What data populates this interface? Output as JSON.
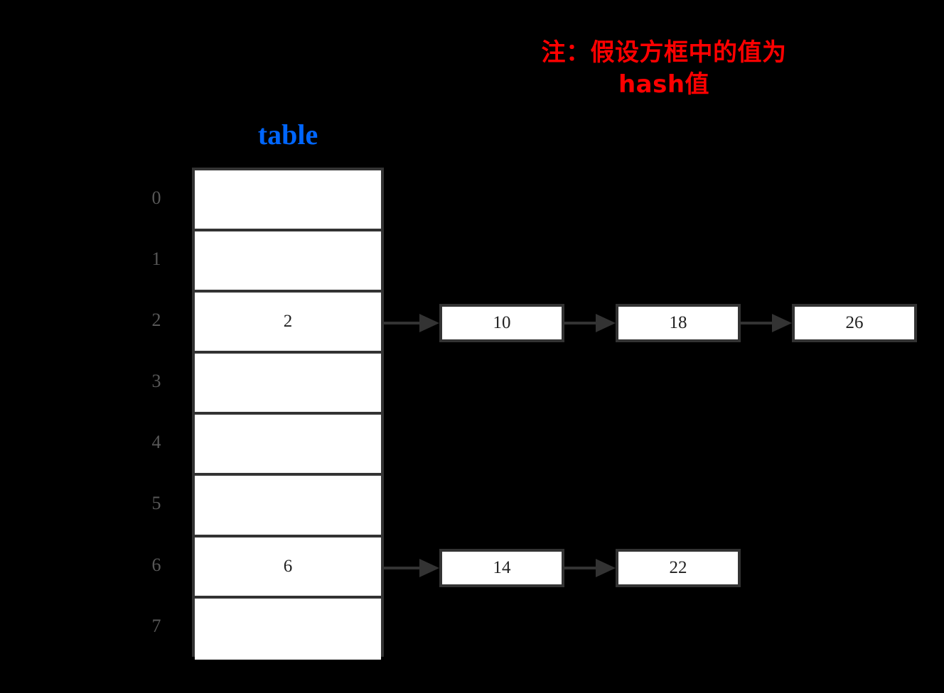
{
  "note": {
    "text": "注：假设方框中的值为\nhash值",
    "color": "#ff0000"
  },
  "table": {
    "label": "table",
    "label_color": "#0066ff",
    "border_color": "#333333",
    "cell_background": "#ffffff",
    "index_color": "#585858",
    "indices": [
      "0",
      "1",
      "2",
      "3",
      "4",
      "5",
      "6",
      "7"
    ],
    "buckets": [
      {
        "index": "0",
        "value": ""
      },
      {
        "index": "1",
        "value": ""
      },
      {
        "index": "2",
        "value": "2"
      },
      {
        "index": "3",
        "value": ""
      },
      {
        "index": "4",
        "value": ""
      },
      {
        "index": "5",
        "value": ""
      },
      {
        "index": "6",
        "value": "6"
      },
      {
        "index": "7",
        "value": ""
      }
    ]
  },
  "chains": [
    {
      "bucket_index": "2",
      "nodes": [
        "10",
        "18",
        "26"
      ]
    },
    {
      "bucket_index": "6",
      "nodes": [
        "14",
        "22"
      ]
    }
  ],
  "background_color": "#000000"
}
